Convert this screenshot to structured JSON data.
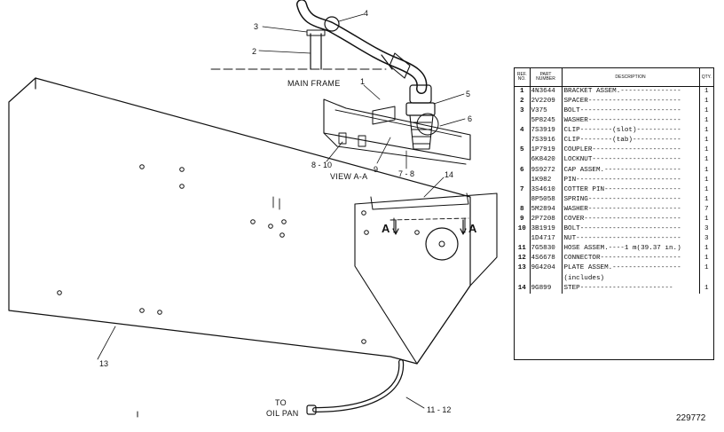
{
  "labels": {
    "c1": "1",
    "c2": "2",
    "c3": "3",
    "c4": "4",
    "c5": "5",
    "c6": "6",
    "c7_8": "7 - 8",
    "c8_10": "8 - 10",
    "c9": "9",
    "c11_12": "11 - 12",
    "c13": "13",
    "c14": "14",
    "main_frame": "MAIN FRAME",
    "view": "VIEW A-A",
    "section_left": "A",
    "section_right": "A",
    "to_oil_pan_1": "TO",
    "to_oil_pan_2": "OIL PAN"
  },
  "parts_table": {
    "headers": [
      "REF. NO.",
      "PART NUMBER",
      "DESCRIPTION",
      "QTY."
    ],
    "rows": [
      {
        "ref": "1",
        "part": "4N3644",
        "desc": "BRACKET ASSEM.---------------",
        "qty": "1"
      },
      {
        "ref": "2",
        "part": "2V2209",
        "desc": "SPACER-----------------------",
        "qty": "1"
      },
      {
        "ref": "3",
        "part": "V375",
        "desc": "BOLT-------------------------",
        "qty": "1"
      },
      {
        "ref": "",
        "part": "5P8245",
        "desc": "WASHER-----------------------",
        "qty": "1"
      },
      {
        "ref": "4",
        "part": "7S3919",
        "desc": "CLIP--------(slot)-----------",
        "qty": "1"
      },
      {
        "ref": "",
        "part": "7S3916",
        "desc": "CLIP--------(tab)------------",
        "qty": "1"
      },
      {
        "ref": "5",
        "part": "1P7919",
        "desc": "COUPLER----------------------",
        "qty": "1"
      },
      {
        "ref": "",
        "part": "6K8420",
        "desc": "LOCKNUT----------------------",
        "qty": "1"
      },
      {
        "ref": "6",
        "part": "9S9272",
        "desc": "CAP ASSEM.-------------------",
        "qty": "1"
      },
      {
        "ref": "",
        "part": "1K982",
        "desc": "PIN--------------------------",
        "qty": "1"
      },
      {
        "ref": "7",
        "part": "3S4610",
        "desc": "COTTER PIN-------------------",
        "qty": "1"
      },
      {
        "ref": "",
        "part": "8P5058",
        "desc": "SPRING-----------------------",
        "qty": "1"
      },
      {
        "ref": "8",
        "part": "5M2894",
        "desc": "WASHER-----------------------",
        "qty": "7"
      },
      {
        "ref": "9",
        "part": "2P7208",
        "desc": "COVER------------------------",
        "qty": "1"
      },
      {
        "ref": "10",
        "part": "3B1919",
        "desc": "BOLT-------------------------",
        "qty": "3"
      },
      {
        "ref": "",
        "part": "1D4717",
        "desc": "NUT--------------------------",
        "qty": "3"
      },
      {
        "ref": "11",
        "part": "7G5830",
        "desc": "HOSE ASSEM.----1 m(39.37 in.)",
        "qty": "1"
      },
      {
        "ref": "12",
        "part": "4S6678",
        "desc": "CONNECTOR--------------------",
        "qty": "1"
      },
      {
        "ref": "13",
        "part": "9G4204",
        "desc": "PLATE ASSEM.-----------------",
        "qty": "1"
      },
      {
        "ref": "",
        "part": "",
        "desc": "(includes)",
        "qty": ""
      },
      {
        "ref": "14",
        "part": "9G899",
        "desc": "  STEP-----------------------",
        "qty": "1"
      }
    ]
  },
  "figure_number": "229772"
}
